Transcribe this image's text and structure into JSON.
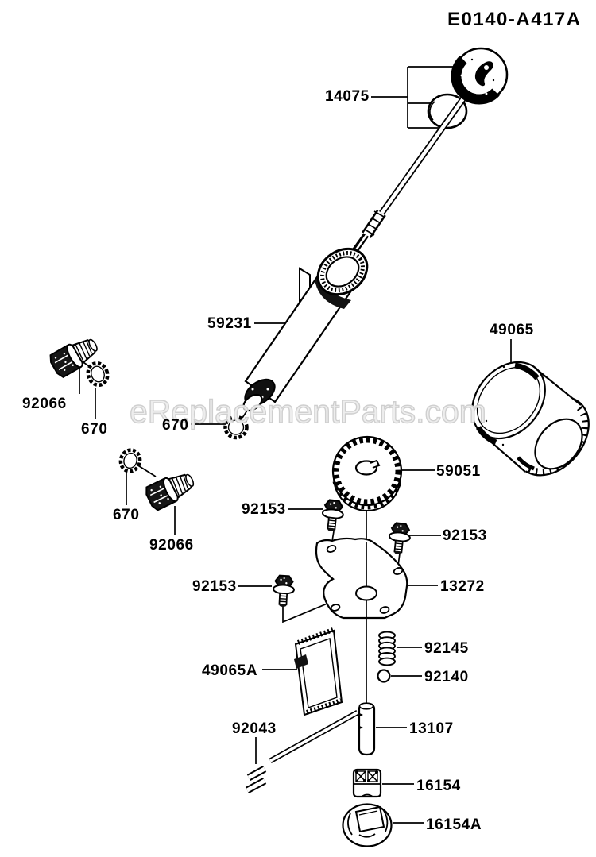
{
  "diagram": {
    "code": "E0140-A417A",
    "watermark": "eReplacementParts.com",
    "line_color": "#000000",
    "watermark_color": "#d9d9d9",
    "labels": [
      {
        "part": "dipstick-cap-assembly",
        "text": "14075"
      },
      {
        "part": "oil-fill-tube",
        "text": "59231"
      },
      {
        "part": "oil-filter",
        "text": "49065"
      },
      {
        "part": "drain-plug-upper",
        "text": "92066"
      },
      {
        "part": "oring-upper",
        "text": "670"
      },
      {
        "part": "oring-tube",
        "text": "670"
      },
      {
        "part": "oring-lower",
        "text": "670"
      },
      {
        "part": "drain-plug-lower",
        "text": "92066"
      },
      {
        "part": "governor-gear",
        "text": "59051"
      },
      {
        "part": "bolt-top",
        "text": "92153"
      },
      {
        "part": "bolt-right",
        "text": "92153"
      },
      {
        "part": "bolt-left",
        "text": "92153"
      },
      {
        "part": "plate",
        "text": "13272"
      },
      {
        "part": "spring",
        "text": "92145"
      },
      {
        "part": "ball",
        "text": "92140"
      },
      {
        "part": "oil-screen",
        "text": "49065A"
      },
      {
        "part": "pin",
        "text": "92043"
      },
      {
        "part": "pipe",
        "text": "13107"
      },
      {
        "part": "rotor-clamp",
        "text": "16154"
      },
      {
        "part": "rotor-holder",
        "text": "16154A"
      }
    ]
  }
}
